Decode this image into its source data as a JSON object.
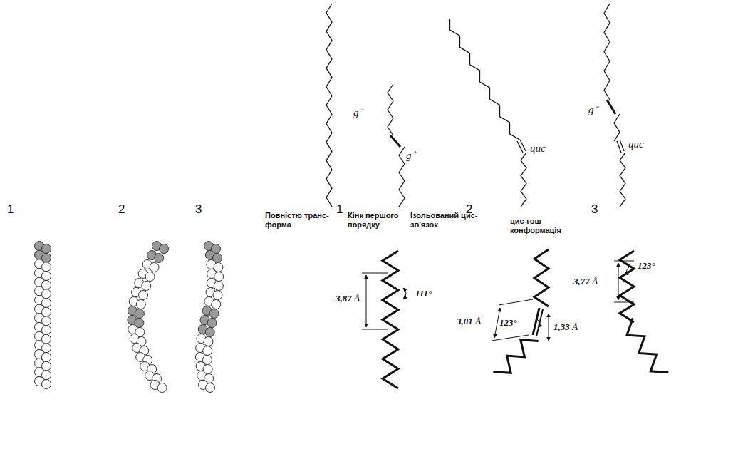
{
  "diagram": {
    "labels": [
      "Повністю транс-форма",
      "Кінк першого порядку",
      "Ізольований цис-зв'язок",
      "цис-гош конформація",
      "g⁻",
      "g⁺",
      "цис",
      "g⁻",
      "цис",
      "1",
      "2",
      "3",
      "1",
      "2",
      "3",
      "3,87 Å",
      "111°",
      "3,01 Å",
      "123°",
      "1,33 Å",
      "3,77 Å",
      "123°"
    ]
  }
}
